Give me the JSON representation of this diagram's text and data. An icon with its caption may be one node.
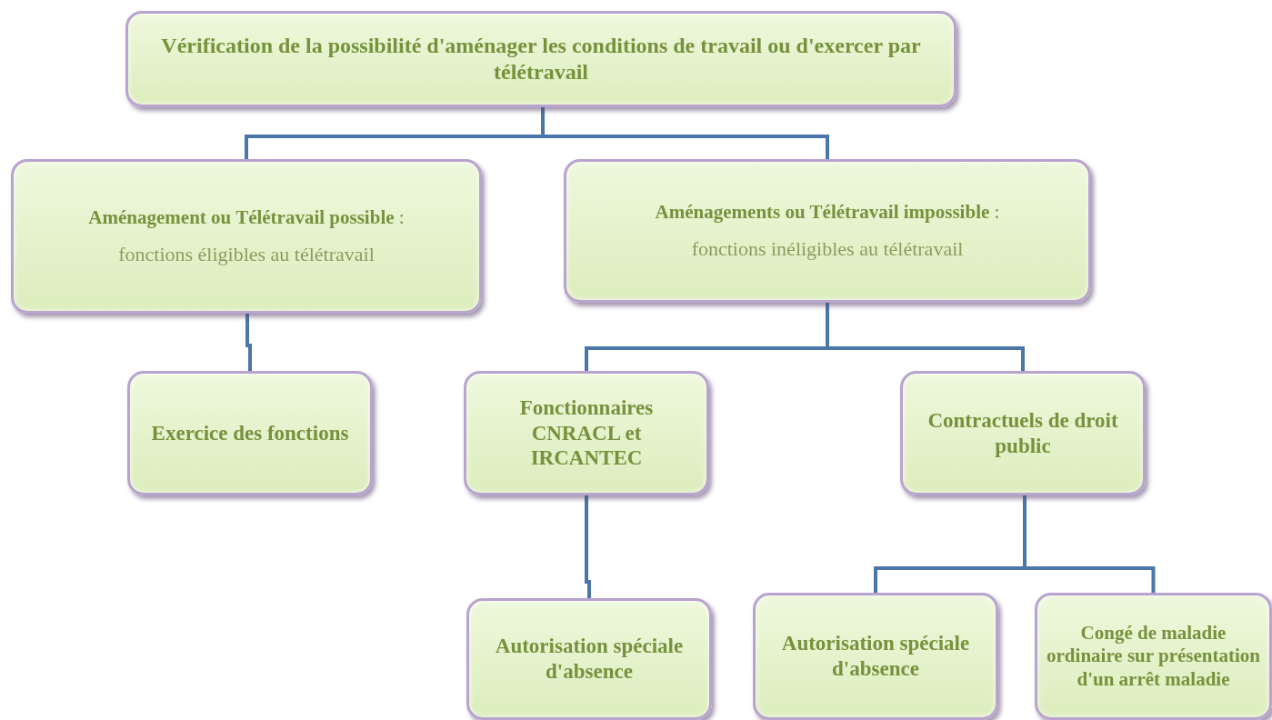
{
  "diagram": {
    "nodes": [
      {
        "text": [
          "Vérification de la possibilité d'aménager les conditions de travail ou d'exercer par télétravail"
        ]
      },
      {
        "text": [
          "**Aménagement ou Télétravail possible** :",
          "fonctions éligibles au télétravail"
        ]
      },
      {
        "text": [
          "**Aménagements ou Télétravail impossible** :",
          "fonctions inéligibles au télétravail"
        ]
      },
      {
        "text": [
          "Exercice des fonctions"
        ]
      },
      {
        "text": [
          "Fonctionnaires CNRACL et IRCANTEC"
        ]
      },
      {
        "text": [
          "Contractuels de droit public"
        ]
      },
      {
        "text": [
          "Autorisation spéciale d'absence"
        ]
      },
      {
        "text": [
          "Autorisation spéciale d'absence"
        ]
      },
      {
        "text": [
          "Congé de maladie ordinaire sur présentation d'un arrêt maladie"
        ]
      }
    ],
    "edges": [
      {
        "from": 0,
        "to": 1,
        "arrow": "none"
      },
      {
        "from": 0,
        "to": 2,
        "arrow": "none"
      },
      {
        "from": 1,
        "to": 3,
        "arrow": "none"
      },
      {
        "from": 2,
        "to": 4,
        "arrow": "none"
      },
      {
        "from": 2,
        "to": 5,
        "arrow": "none"
      },
      {
        "from": 4,
        "to": 6,
        "arrow": "none"
      },
      {
        "from": 5,
        "to": 7,
        "arrow": "none"
      },
      {
        "from": 5,
        "to": 8,
        "arrow": "none"
      }
    ]
  }
}
